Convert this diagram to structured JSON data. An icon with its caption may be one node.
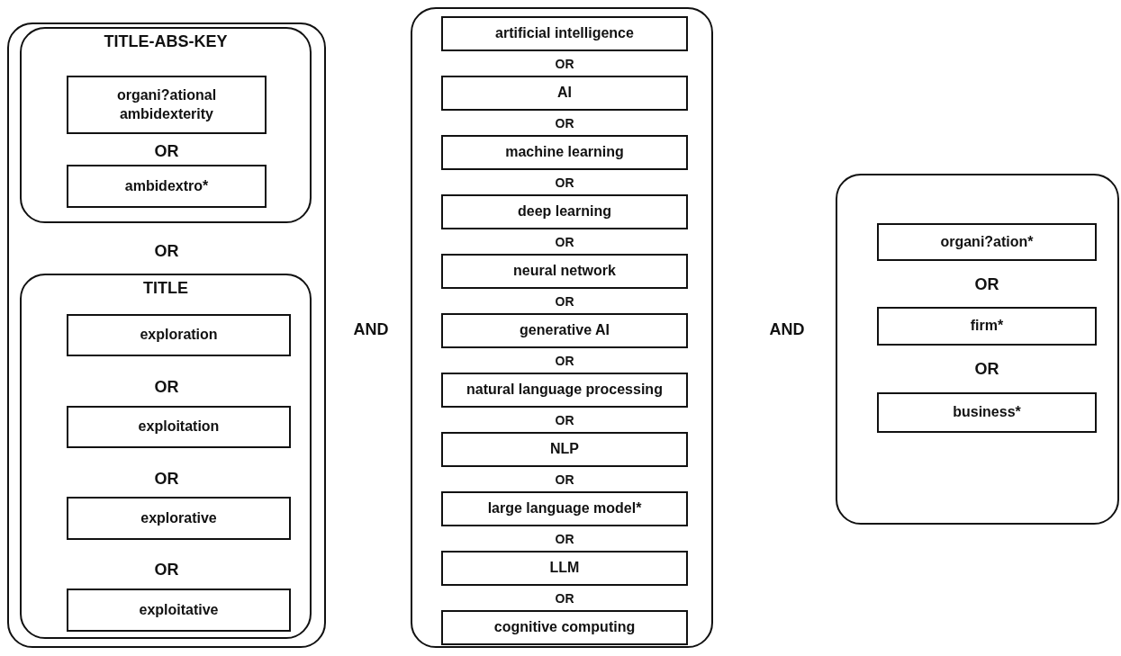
{
  "diagram": {
    "nodes": [
      {
        "text": [],
        "shape": "box"
      },
      {
        "text": [
          "TITLE-ABS-KEY"
        ],
        "in": 0
      },
      {
        "text": [
          "organi?ational ambidexterity"
        ],
        "in": 1
      },
      {
        "text": [
          "ambidextro*"
        ],
        "in": 1
      },
      {
        "text": [
          "TITLE"
        ],
        "in": 0
      },
      {
        "text": [
          "exploration"
        ],
        "in": 4
      },
      {
        "text": [
          "exploitation"
        ],
        "in": 4
      },
      {
        "text": [
          "explorative"
        ],
        "in": 4
      },
      {
        "text": [
          "exploitative"
        ],
        "in": 4
      },
      {
        "text": [],
        "shape": "box"
      },
      {
        "text": [
          "artificial intelligence"
        ],
        "in": 9
      },
      {
        "text": [
          "AI"
        ],
        "in": 9
      },
      {
        "text": [
          "machine learning"
        ],
        "in": 9
      },
      {
        "text": [
          "deep learning"
        ],
        "in": 9
      },
      {
        "text": [
          "neural network"
        ],
        "in": 9
      },
      {
        "text": [
          "generative AI"
        ],
        "in": 9
      },
      {
        "text": [
          "natural language processing"
        ],
        "in": 9
      },
      {
        "text": [
          "NLP"
        ],
        "in": 9
      },
      {
        "text": [
          "large language model*"
        ],
        "in": 9
      },
      {
        "text": [
          "LLM"
        ],
        "in": 9
      },
      {
        "text": [
          "cognitive computing"
        ],
        "in": 9
      },
      {
        "text": [],
        "shape": "box"
      },
      {
        "text": [
          "organi?ation*"
        ],
        "in": 21
      },
      {
        "text": [
          "firm*"
        ],
        "in": 21
      },
      {
        "text": [
          "business*"
        ],
        "in": 21
      }
    ],
    "labels": [
      "OR",
      "OR",
      "OR",
      "OR",
      "OR",
      "AND",
      "OR",
      "OR",
      "OR",
      "OR",
      "OR",
      "OR",
      "OR",
      "OR",
      "OR",
      "OR",
      "AND",
      "OR",
      "OR"
    ]
  }
}
